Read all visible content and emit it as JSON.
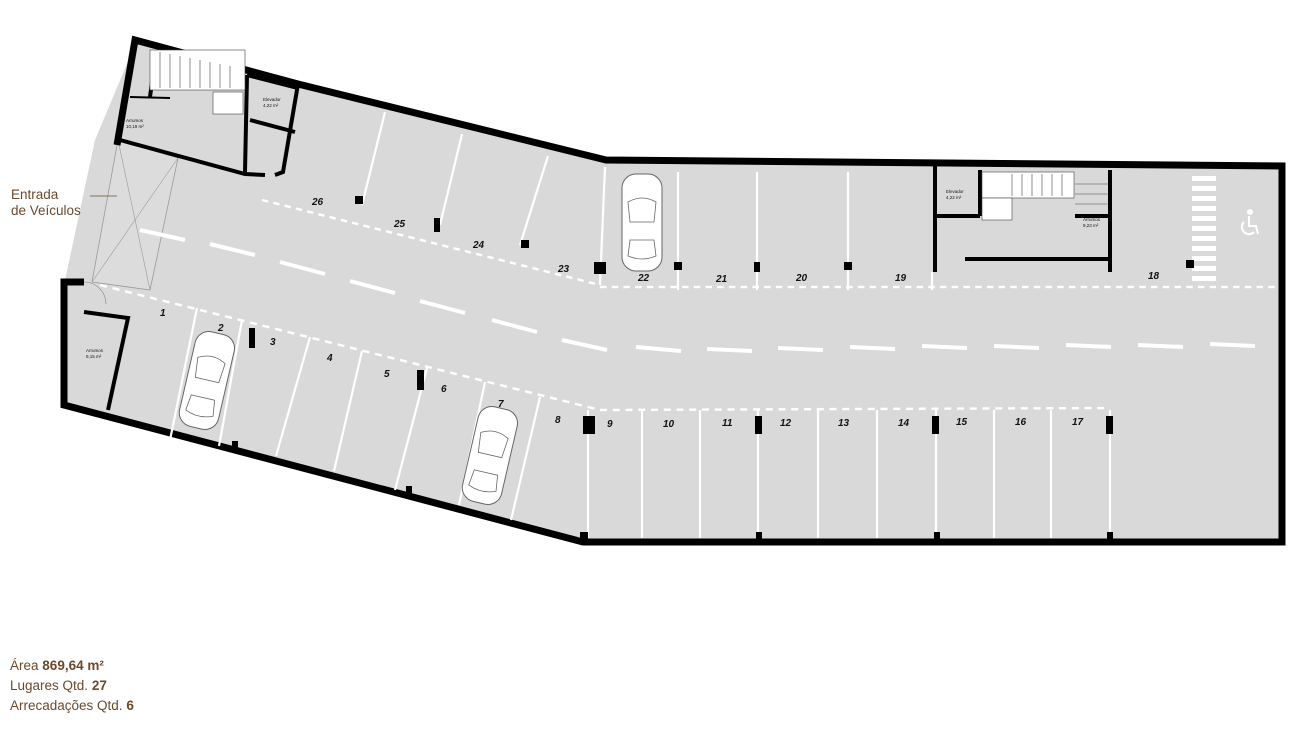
{
  "entrance": {
    "line1": "Entrada",
    "line2": "de Veículos"
  },
  "stats": {
    "area_label": "Área",
    "area_value": "869,64 m²",
    "spots_label": "Lugares Qtd.",
    "spots_value": "27",
    "storage_label": "Arrecadações Qtd.",
    "storage_value": "6"
  },
  "rooms": {
    "storage_a": {
      "name": "Arrumos",
      "area": "10,19 m²"
    },
    "elevator_a": {
      "name": "Elevador",
      "area": "4,22 m²"
    },
    "storage_b": {
      "name": "Arrumos",
      "area": "9,15 m²"
    },
    "elevator_b": {
      "name": "Elevador",
      "area": "4,22 m²"
    },
    "storage_c": {
      "name": "Arrumos",
      "area": "9,23 m²"
    }
  },
  "spots": [
    "1",
    "2",
    "3",
    "4",
    "5",
    "6",
    "7",
    "8",
    "9",
    "10",
    "11",
    "12",
    "13",
    "14",
    "15",
    "16",
    "17",
    "18",
    "19",
    "20",
    "21",
    "22",
    "23",
    "24",
    "25",
    "26"
  ],
  "colors": {
    "floor": "#d9d9d9",
    "wall": "#000000",
    "text_accent": "#6b4a2b"
  }
}
